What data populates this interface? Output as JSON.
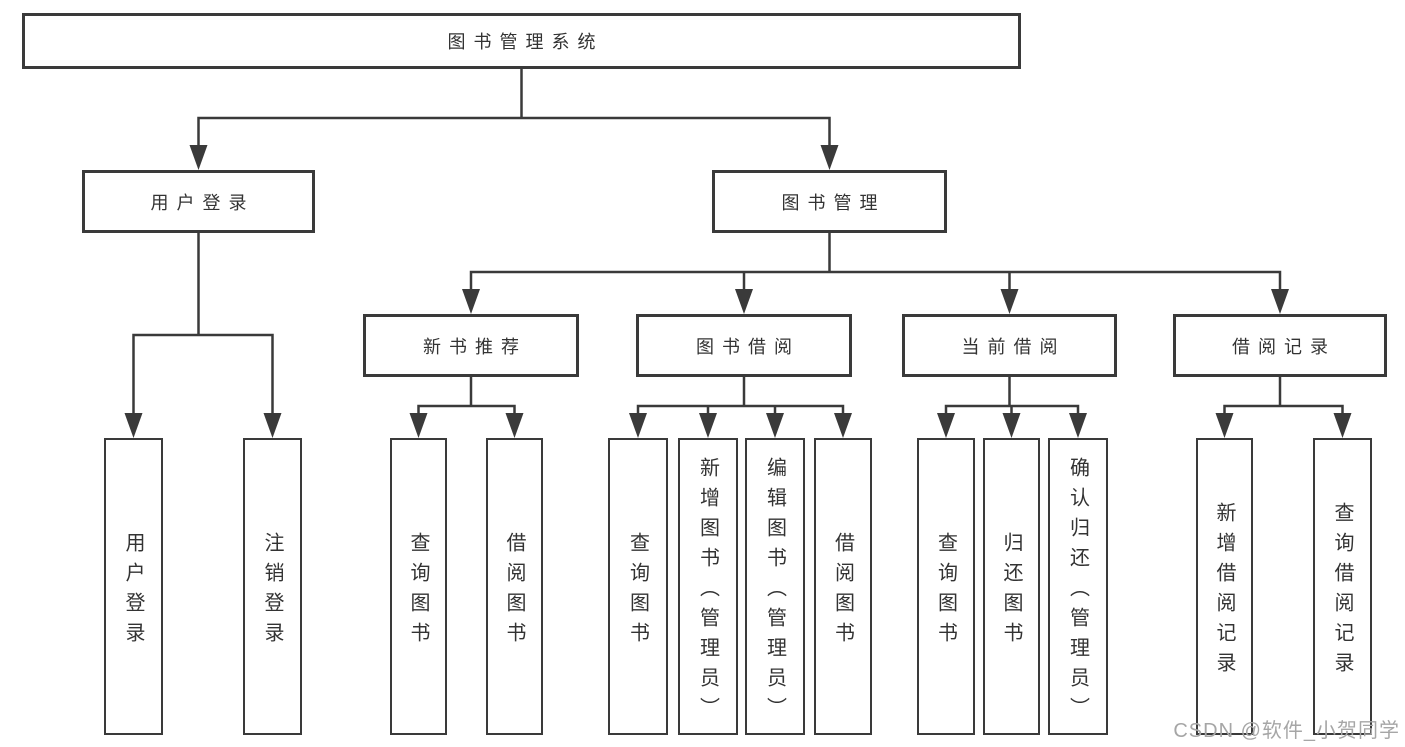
{
  "diagram_title": "图书管理系统",
  "watermark": "CSDN @软件_小贺同学",
  "colors": {
    "line": "#3a3a3a",
    "box_border": "#3a3a3a",
    "text": "#333333",
    "watermark_gray": "#a6a6a6",
    "background": "#ffffff"
  },
  "nodes": [
    {
      "id": "root",
      "label": "图书管理系统",
      "level": 1
    },
    {
      "id": "user-login",
      "label": "用户登录",
      "level": 2
    },
    {
      "id": "book-mgmt",
      "label": "图书管理",
      "level": 2
    },
    {
      "id": "new-book-rec",
      "label": "新书推荐",
      "level": 3
    },
    {
      "id": "book-borrow",
      "label": "图书借阅",
      "level": 3
    },
    {
      "id": "current-borrow",
      "label": "当前借阅",
      "level": 3
    },
    {
      "id": "borrow-records",
      "label": "借阅记录",
      "level": 3
    },
    {
      "id": "leaf-user-login",
      "label": "用户登录",
      "level": 4
    },
    {
      "id": "leaf-logout",
      "label": "注销登录",
      "level": 4
    },
    {
      "id": "leaf-query-book-1",
      "label": "查询图书",
      "level": 4
    },
    {
      "id": "leaf-borrow-book-1",
      "label": "借阅图书",
      "level": 4
    },
    {
      "id": "leaf-query-book-2",
      "label": "查询图书",
      "level": 4
    },
    {
      "id": "leaf-add-book",
      "label": "新增图书（管理员）",
      "level": 4
    },
    {
      "id": "leaf-edit-book",
      "label": "编辑图书（管理员）",
      "level": 4
    },
    {
      "id": "leaf-borrow-book-2",
      "label": "借阅图书",
      "level": 4
    },
    {
      "id": "leaf-query-book-3",
      "label": "查询图书",
      "level": 4
    },
    {
      "id": "leaf-return-book",
      "label": "归还图书",
      "level": 4
    },
    {
      "id": "leaf-confirm-return",
      "label": "确认归还（管理员）",
      "level": 4
    },
    {
      "id": "leaf-add-record",
      "label": "新增借阅记录",
      "level": 4
    },
    {
      "id": "leaf-query-record",
      "label": "查询借阅记录",
      "level": 4
    }
  ],
  "edges": [
    {
      "from": "root",
      "to": [
        "user-login",
        "book-mgmt"
      ]
    },
    {
      "from": "user-login",
      "to": [
        "leaf-user-login",
        "leaf-logout"
      ]
    },
    {
      "from": "book-mgmt",
      "to": [
        "new-book-rec",
        "book-borrow",
        "current-borrow",
        "borrow-records"
      ]
    },
    {
      "from": "new-book-rec",
      "to": [
        "leaf-query-book-1",
        "leaf-borrow-book-1"
      ]
    },
    {
      "from": "book-borrow",
      "to": [
        "leaf-query-book-2",
        "leaf-add-book",
        "leaf-edit-book",
        "leaf-borrow-book-2"
      ]
    },
    {
      "from": "current-borrow",
      "to": [
        "leaf-query-book-3",
        "leaf-return-book",
        "leaf-confirm-return"
      ]
    },
    {
      "from": "borrow-records",
      "to": [
        "leaf-add-record",
        "leaf-query-record"
      ]
    }
  ]
}
